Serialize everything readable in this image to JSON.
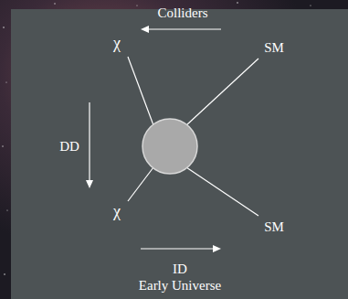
{
  "diagram": {
    "labels": [
      "Colliders",
      "χ",
      "SM",
      "DD",
      "χ",
      "SM",
      "ID",
      "Early Universe"
    ]
  }
}
